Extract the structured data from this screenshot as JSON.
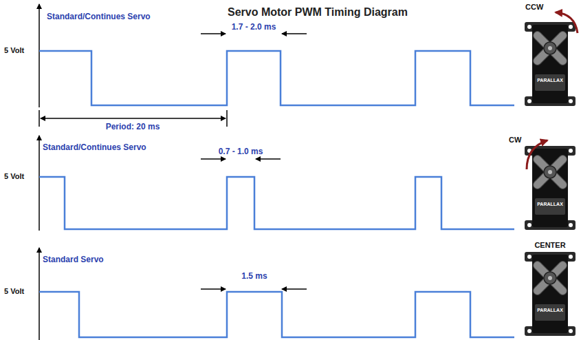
{
  "diagram": {
    "title": "Servo Motor PWM Timing Diagram",
    "labels": [
      "Standard/Continues Servo",
      "1.7 - 2.0 ms",
      "CCW",
      "5 Volt",
      "Period: 20 ms",
      "PARALLAX",
      "Standard/Continues Servo",
      "0.7 - 1.0 ms",
      "CW",
      "5 Volt",
      "PARALLAX",
      "Standard Servo",
      "1.5 ms",
      "CENTER",
      "5 Volt",
      "PARALLAX"
    ]
  }
}
